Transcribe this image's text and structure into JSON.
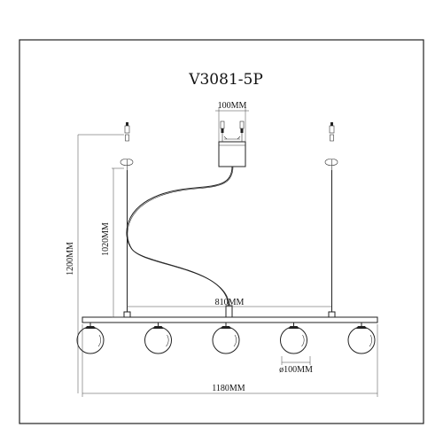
{
  "title": "V3081-5P",
  "dimensions": {
    "canopy_width": "100MM",
    "total_height": "1200MM",
    "cable_height": "1020MM",
    "spacing": "810MM",
    "globe_diameter": "ø100MM",
    "total_length": "1180MM"
  },
  "globe_count": 5
}
